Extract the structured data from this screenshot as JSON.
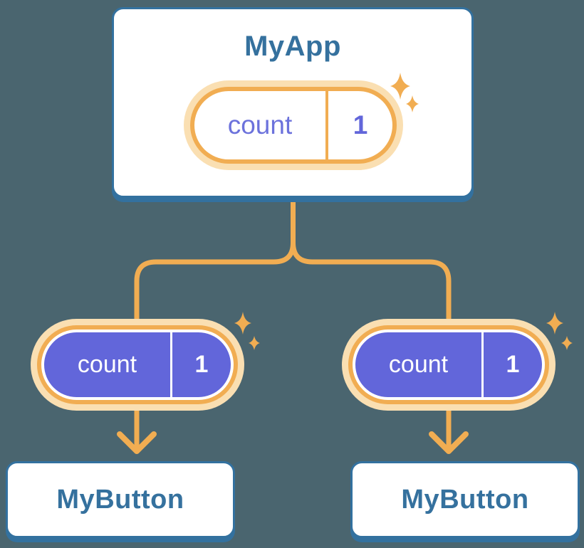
{
  "colors": {
    "background": "#4A656F",
    "card_blue": "#33719F",
    "text_blue": "#35719E",
    "orange": "#F1AD52",
    "peach_glow": "#FADFB2",
    "purple": "#6266DA",
    "purple_text": "#6C72DC",
    "white": "#FFFFFF"
  },
  "root": {
    "title": "MyApp",
    "state": {
      "name": "count",
      "value": "1"
    }
  },
  "children": [
    {
      "title": "MyButton",
      "prop": {
        "name": "count",
        "value": "1"
      }
    },
    {
      "title": "MyButton",
      "prop": {
        "name": "count",
        "value": "1"
      }
    }
  ]
}
